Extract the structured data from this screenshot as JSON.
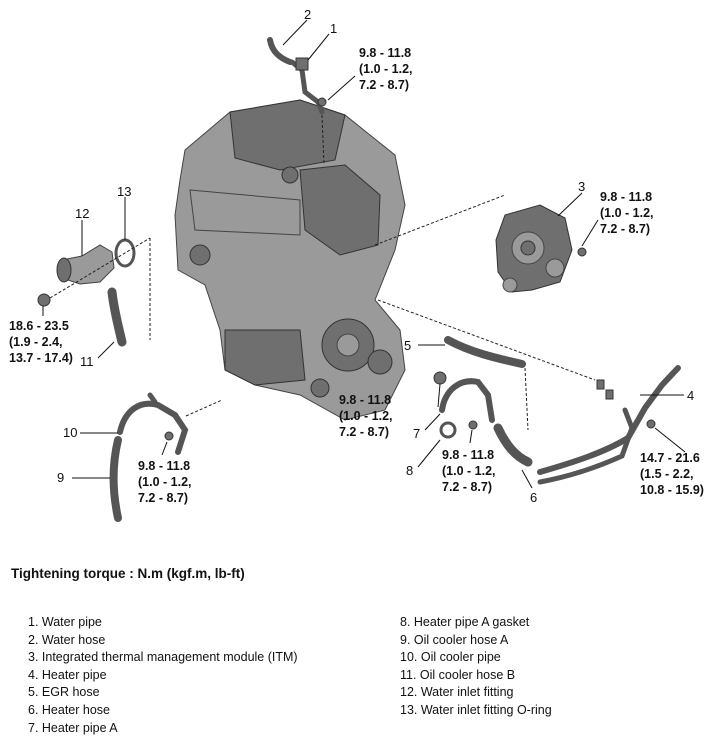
{
  "callouts": [
    "1",
    "2",
    "3",
    "4",
    "5",
    "6",
    "7",
    "8",
    "9",
    "10",
    "11",
    "12",
    "13"
  ],
  "torque_specs": {
    "water_pipe": [
      "9.8 - 11.8",
      "(1.0 - 1.2,",
      "7.2 - 8.7)"
    ],
    "itm": [
      "9.8 - 11.8",
      "(1.0 - 1.2,",
      "7.2 - 8.7)"
    ],
    "water_inlet": [
      "18.6 - 23.5",
      "(1.9 - 2.4,",
      "13.7 - 17.4)"
    ],
    "heater_pipe_a": [
      "9.8 - 11.8",
      "(1.0 - 1.2,",
      "7.2 - 8.7)"
    ],
    "heater_pipe_a_2": [
      "9.8 - 11.8",
      "(1.0 - 1.2,",
      "7.2 - 8.7)"
    ],
    "heater_pipe": [
      "14.7 - 21.6",
      "(1.5 - 2.2,",
      "10.8 - 15.9)"
    ],
    "oil_cooler_pipe": [
      "9.8 - 11.8",
      "(1.0 - 1.2,",
      "7.2 - 8.7)"
    ]
  },
  "torque_title": "Tightening torque : N.m (kgf.m, lb-ft)",
  "legend_left": [
    "1. Water pipe",
    "2. Water hose",
    "3. Integrated thermal management module (ITM)",
    "4. Heater pipe",
    "5. EGR hose",
    "6. Heater hose",
    "7. Heater pipe A"
  ],
  "legend_right": [
    "8. Heater pipe A gasket",
    "9. Oil cooler hose A",
    "10. Oil cooler pipe",
    "11. Oil cooler hose B",
    "12. Water inlet fitting",
    "13. Water inlet fitting O-ring"
  ]
}
